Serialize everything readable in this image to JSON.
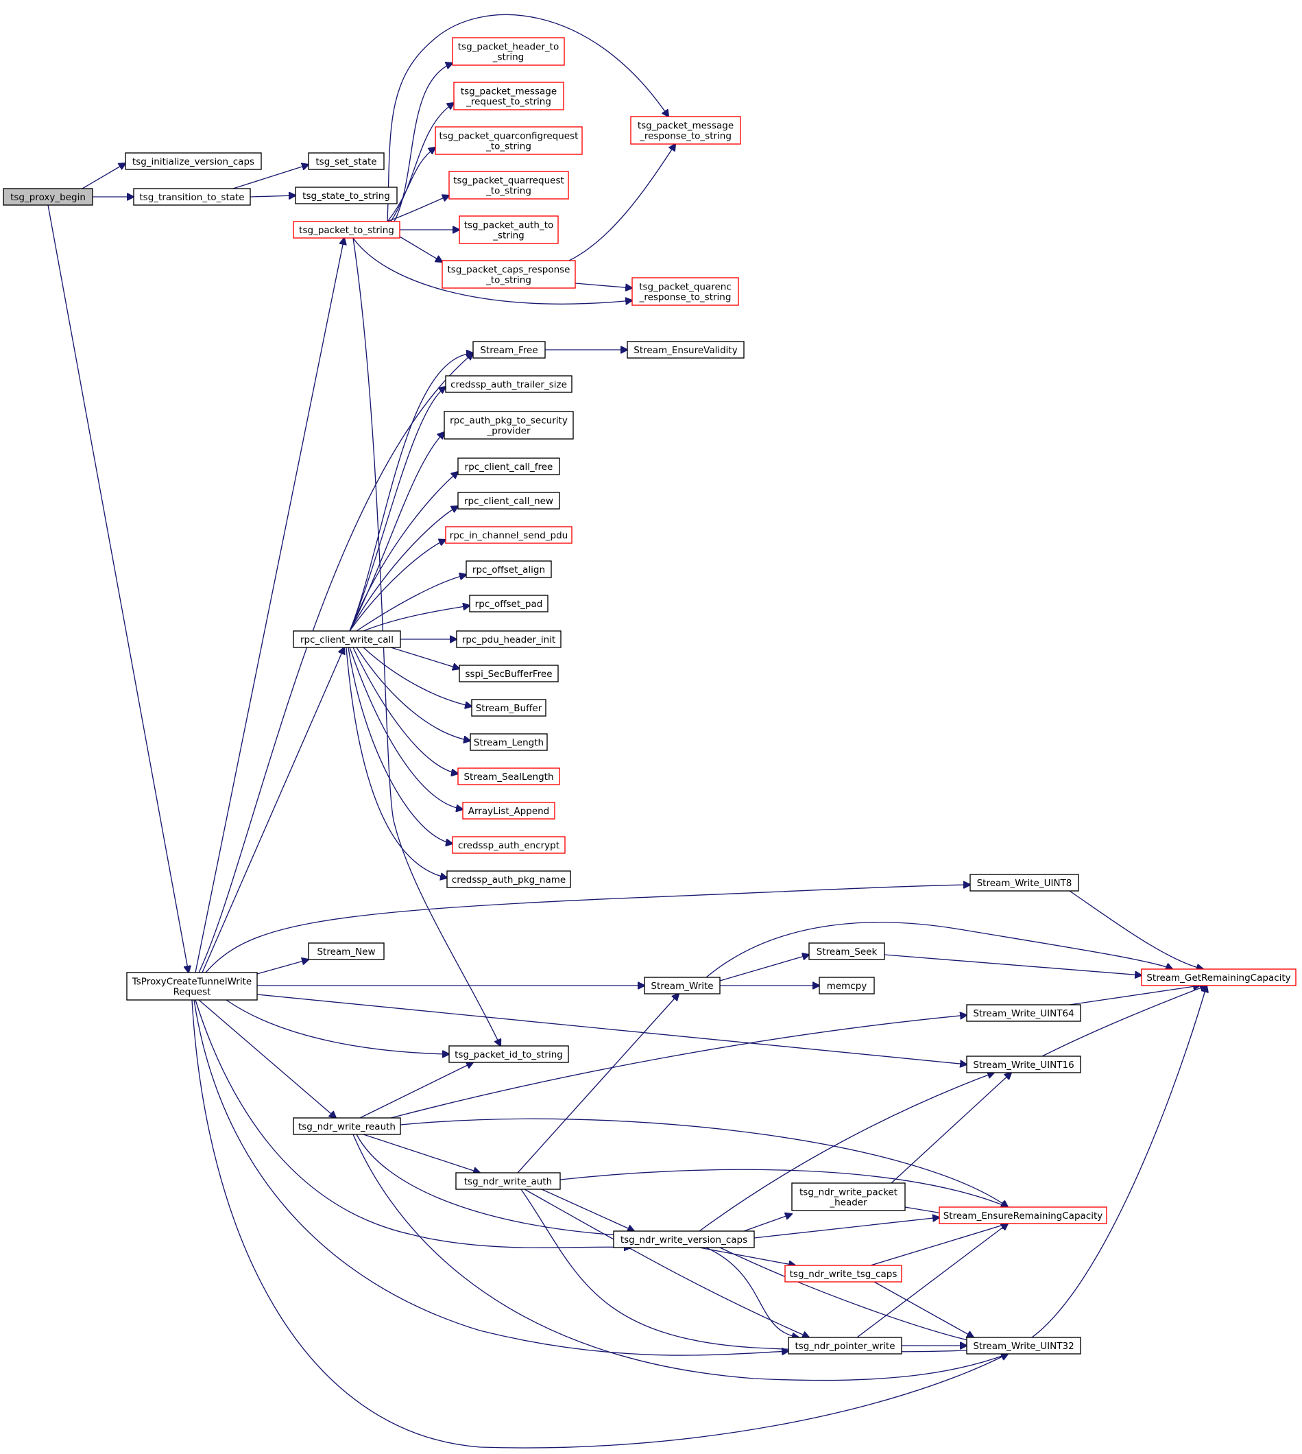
{
  "diagram": {
    "type": "call-graph",
    "colors": {
      "edge": "#191970",
      "node_border": "#000000",
      "truncated_border": "#ff0000",
      "root_fill": "#bfbfbf"
    },
    "nodes": [
      {
        "id": "proxy_begin",
        "lines": [
          "tsg_proxy_begin"
        ],
        "root": true
      },
      {
        "id": "init_caps",
        "lines": [
          "tsg_initialize_version_caps"
        ]
      },
      {
        "id": "transition",
        "lines": [
          "tsg_transition_to_state"
        ]
      },
      {
        "id": "set_state",
        "lines": [
          "tsg_set_state"
        ]
      },
      {
        "id": "state_str",
        "lines": [
          "tsg_state_to_string"
        ]
      },
      {
        "id": "pkt_str",
        "lines": [
          "tsg_packet_to_string"
        ],
        "truncated": true
      },
      {
        "id": "hdr_str",
        "lines": [
          "tsg_packet_header_to",
          "_string"
        ],
        "truncated": true
      },
      {
        "id": "msgreq_str",
        "lines": [
          "tsg_packet_message",
          "_request_to_string"
        ],
        "truncated": true
      },
      {
        "id": "quarcfg_str",
        "lines": [
          "tsg_packet_quarconfigrequest",
          "_to_string"
        ],
        "truncated": true
      },
      {
        "id": "quarreq_str",
        "lines": [
          "tsg_packet_quarrequest",
          "_to_string"
        ],
        "truncated": true
      },
      {
        "id": "auth_str",
        "lines": [
          "tsg_packet_auth_to",
          "_string"
        ],
        "truncated": true
      },
      {
        "id": "capsresp_str",
        "lines": [
          "tsg_packet_caps_response",
          "_to_string"
        ],
        "truncated": true
      },
      {
        "id": "msgresp_str",
        "lines": [
          "tsg_packet_message",
          "_response_to_string"
        ],
        "truncated": true
      },
      {
        "id": "quarenc_str",
        "lines": [
          "tsg_packet_quarenc",
          "_response_to_string"
        ],
        "truncated": true
      },
      {
        "id": "stream_free",
        "lines": [
          "Stream_Free"
        ]
      },
      {
        "id": "ensure_valid",
        "lines": [
          "Stream_EnsureValidity"
        ]
      },
      {
        "id": "trailer",
        "lines": [
          "credssp_auth_trailer_size"
        ]
      },
      {
        "id": "pkg_sec",
        "lines": [
          "rpc_auth_pkg_to_security",
          "_provider"
        ]
      },
      {
        "id": "call_free",
        "lines": [
          "rpc_client_call_free"
        ]
      },
      {
        "id": "call_new",
        "lines": [
          "rpc_client_call_new"
        ]
      },
      {
        "id": "send_pdu",
        "lines": [
          "rpc_in_channel_send_pdu"
        ],
        "truncated": true
      },
      {
        "id": "off_align",
        "lines": [
          "rpc_offset_align"
        ]
      },
      {
        "id": "off_pad",
        "lines": [
          "rpc_offset_pad"
        ]
      },
      {
        "id": "write_call",
        "lines": [
          "rpc_client_write_call"
        ]
      },
      {
        "id": "hdr_init",
        "lines": [
          "rpc_pdu_header_init"
        ]
      },
      {
        "id": "secbuf",
        "lines": [
          "sspi_SecBufferFree"
        ]
      },
      {
        "id": "s_buffer",
        "lines": [
          "Stream_Buffer"
        ]
      },
      {
        "id": "s_length",
        "lines": [
          "Stream_Length"
        ]
      },
      {
        "id": "s_seal",
        "lines": [
          "Stream_SealLength"
        ],
        "truncated": true
      },
      {
        "id": "al_append",
        "lines": [
          "ArrayList_Append"
        ],
        "truncated": true
      },
      {
        "id": "encrypt",
        "lines": [
          "credssp_auth_encrypt"
        ],
        "truncated": true
      },
      {
        "id": "pkg_name",
        "lines": [
          "credssp_auth_pkg_name"
        ]
      },
      {
        "id": "w_u8",
        "lines": [
          "Stream_Write_UINT8"
        ]
      },
      {
        "id": "s_new",
        "lines": [
          "Stream_New"
        ]
      },
      {
        "id": "s_seek",
        "lines": [
          "Stream_Seek"
        ]
      },
      {
        "id": "tunnel",
        "lines": [
          "TsProxyCreateTunnelWrite",
          "Request"
        ]
      },
      {
        "id": "s_write",
        "lines": [
          "Stream_Write"
        ]
      },
      {
        "id": "memcpy",
        "lines": [
          "memcpy"
        ]
      },
      {
        "id": "getrem",
        "lines": [
          "Stream_GetRemainingCapacity"
        ],
        "truncated": true
      },
      {
        "id": "w_u64",
        "lines": [
          "Stream_Write_UINT64"
        ]
      },
      {
        "id": "pid_str",
        "lines": [
          "tsg_packet_id_to_string"
        ]
      },
      {
        "id": "w_u16",
        "lines": [
          "Stream_Write_UINT16"
        ]
      },
      {
        "id": "reauth",
        "lines": [
          "tsg_ndr_write_reauth"
        ]
      },
      {
        "id": "w_auth",
        "lines": [
          "tsg_ndr_write_auth"
        ]
      },
      {
        "id": "pkt_hdr",
        "lines": [
          "tsg_ndr_write_packet",
          "_header"
        ]
      },
      {
        "id": "ensure_rem",
        "lines": [
          "Stream_EnsureRemainingCapacity"
        ],
        "truncated": true
      },
      {
        "id": "vcaps",
        "lines": [
          "tsg_ndr_write_version_caps"
        ]
      },
      {
        "id": "tsg_caps",
        "lines": [
          "tsg_ndr_write_tsg_caps"
        ],
        "truncated": true
      },
      {
        "id": "ptr_write",
        "lines": [
          "tsg_ndr_pointer_write"
        ]
      },
      {
        "id": "w_u32",
        "lines": [
          "Stream_Write_UINT32"
        ]
      }
    ]
  }
}
